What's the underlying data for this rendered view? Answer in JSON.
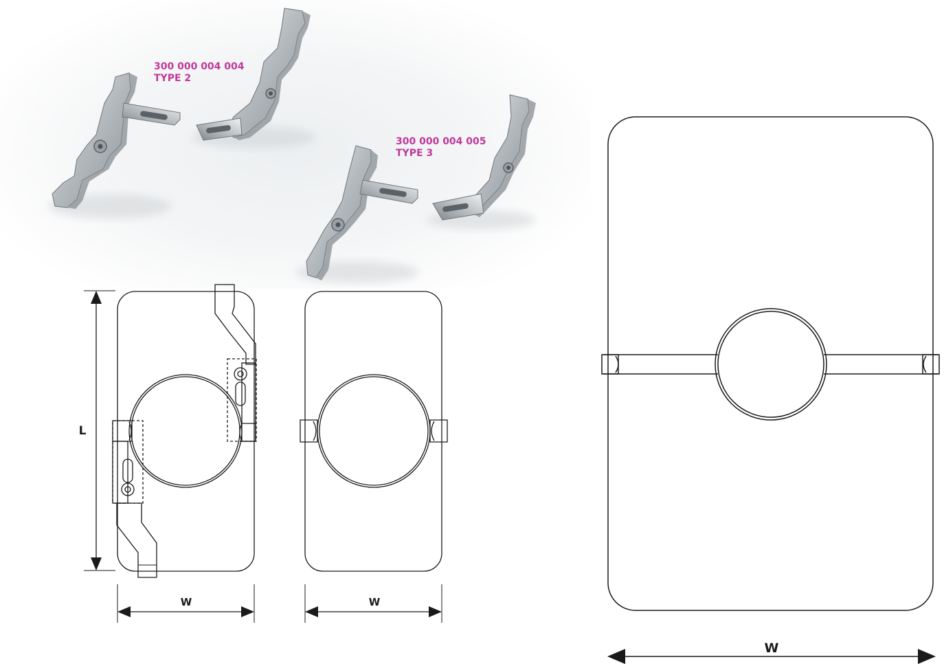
{
  "parts": [
    {
      "code": "300 000 004 004",
      "type": "TYPE 2"
    },
    {
      "code": "300 000 004 005",
      "type": "TYPE 3"
    }
  ],
  "dimensions": {
    "length_label": "L",
    "width_label_type2": "W",
    "width_label_type3": "W",
    "width_label_large": "W"
  },
  "colors": {
    "label_accent": "#c0399a",
    "line": "#1a1a1a",
    "metal": "#b7bcc0"
  }
}
